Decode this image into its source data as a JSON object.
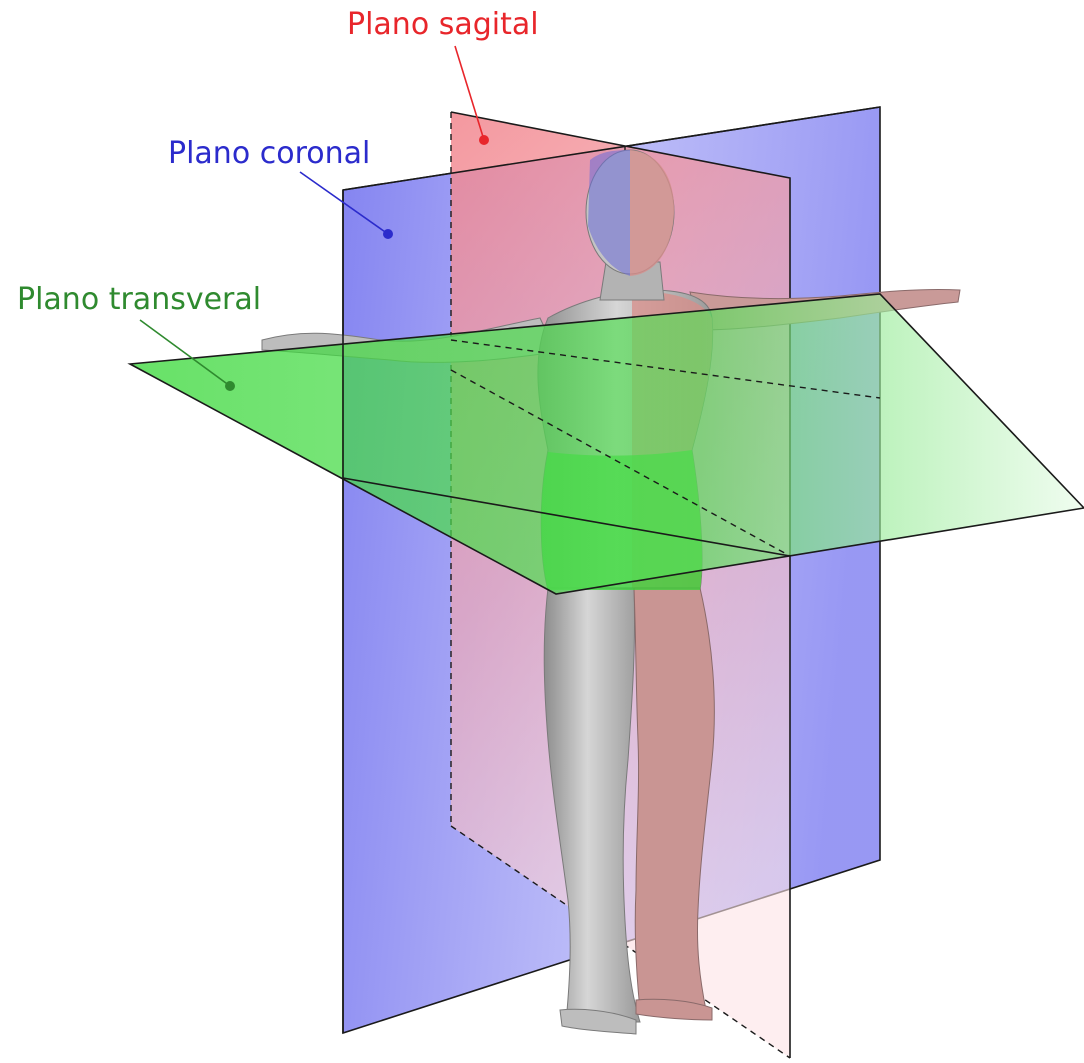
{
  "labels": {
    "sagittal": "Plano sagital",
    "coronal": "Plano coronal",
    "transverse": "Plano transveral"
  },
  "colors": {
    "sagittal": "#e8262b",
    "coronal": "#2b2bcc",
    "transverse": "#2f8a2f",
    "sagittal_fill": "#f4a3a8",
    "coronal_fill": "#8c8cf2",
    "transverse_fill": "#3ddc3d",
    "figure": "#b9b9b9"
  }
}
